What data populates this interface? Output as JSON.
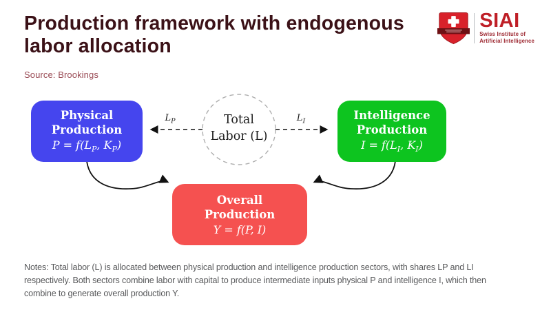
{
  "header": {
    "title_lines": [
      "Production framework with endogenous",
      "labor allocation"
    ],
    "title_color": "#3b1117",
    "source": "Source: Brookings",
    "source_color": "#9a4b55"
  },
  "logo": {
    "acronym": "SIAI",
    "subtitle_line1": "Swiss Institute of",
    "subtitle_line2": "Artificial Intelligence",
    "acronym_color": "#bf1f27",
    "subtitle_color": "#9e2a33"
  },
  "diagram": {
    "total_labor_line1": "Total",
    "total_labor_line2": "Labor (L)",
    "label_lp_base": "L",
    "label_lp_sub": "P",
    "label_li_base": "L",
    "label_li_sub": "I",
    "boxes": {
      "physical": {
        "title1": "Physical",
        "title2": "Production",
        "f_pre": "P = f(L",
        "f_sub1": "P",
        "f_mid": ", K",
        "f_sub2": "P",
        "f_post": ")",
        "color": "#4545ee"
      },
      "intelligence": {
        "title1": "Intelligence",
        "title2": "Production",
        "f_pre": "I = f(L",
        "f_sub1": "I",
        "f_mid": ", K",
        "f_sub2": "I",
        "f_post": ")",
        "color": "#0dc41f"
      },
      "overall": {
        "title1": "Overall",
        "title2": "Production",
        "f_pre": "Y = f(P, I)",
        "color": "#f55150"
      }
    }
  },
  "notes": {
    "color": "#58595b",
    "lines": [
      "Notes: Total labor (L) is allocated between physical production and intelligence production sectors, with shares LP and LI",
      "respectively. Both sectors combine labor with capital to produce intermediate inputs physical P and intelligence I, which then",
      "combine to generate overall production Y."
    ]
  }
}
